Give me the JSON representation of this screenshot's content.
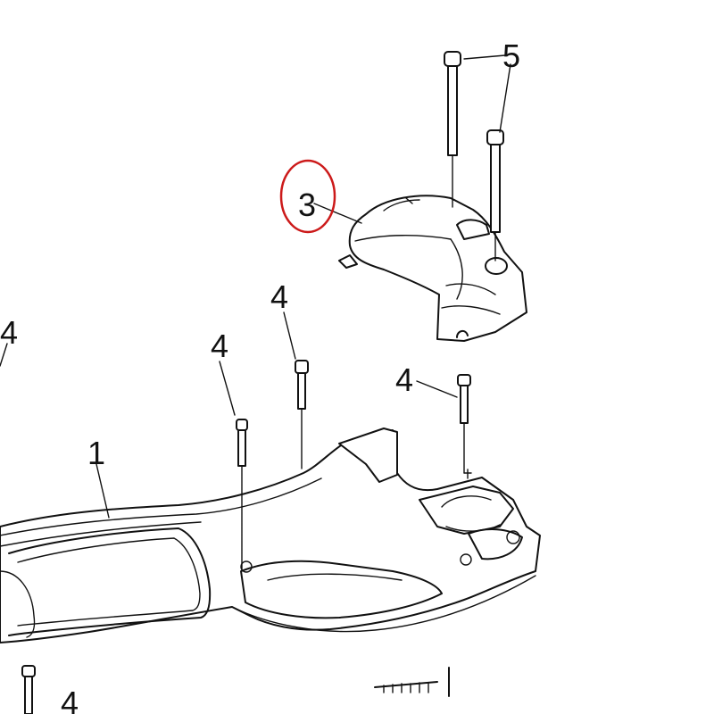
{
  "diagram": {
    "callouts": {
      "housing": "1",
      "cover": "3",
      "screw_a": "4",
      "screw_b": "4",
      "screw_c": "4",
      "screw_left": "4",
      "screw_bottom": "4",
      "long_screws": "5"
    },
    "highlight_color": "#cc1a1a"
  }
}
